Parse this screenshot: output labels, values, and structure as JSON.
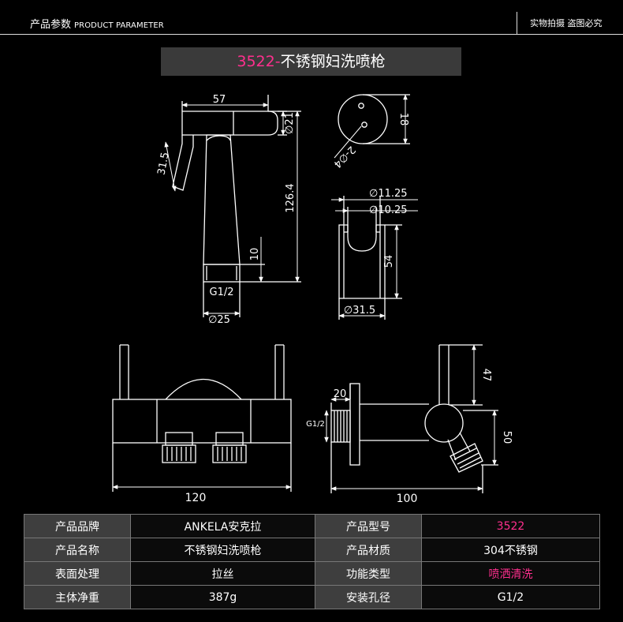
{
  "header": {
    "left_cn": "产品参数",
    "left_en": "PRODUCT PARAMETER",
    "right": "实物拍摄 盗图必究"
  },
  "title": {
    "code": "3522-",
    "name": "不锈钢妇洗喷枪"
  },
  "dimensions": {
    "d57": "57",
    "d21": "∅21",
    "d31_5": "31.5",
    "d126_4": "126.4",
    "d10": "10",
    "g12": "G1/2",
    "d25": "∅25",
    "d18": "18",
    "d2_4": "2-∅4",
    "d11_25": "∅11.25",
    "d10_25": "∅10.25",
    "d54": "54",
    "d31_5b": "∅31.5",
    "d47": "47",
    "d20": "20",
    "g12b": "G1/2",
    "d50": "50",
    "d120": "120",
    "d100": "100"
  },
  "specs": [
    {
      "label1": "产品品牌",
      "value1": "ANKELA安克拉",
      "label2": "产品型号",
      "value2": "3522",
      "value2_color": "#ff2f8e"
    },
    {
      "label1": "产品名称",
      "value1": "不锈钢妇洗喷枪",
      "label2": "产品材质",
      "value2": "304不锈钢"
    },
    {
      "label1": "表面处理",
      "value1": "拉丝",
      "label2": "功能类型",
      "value2": "喷洒清洗",
      "value2_color": "#ff2f8e"
    },
    {
      "label1": "主体净重",
      "value1": "387g",
      "label2": "安装孔径",
      "value2": "G1/2"
    }
  ],
  "colors": {
    "accent": "#ff2f8e",
    "label_bg": "#3e3e3e",
    "title_bg": "#3a3a3a"
  }
}
